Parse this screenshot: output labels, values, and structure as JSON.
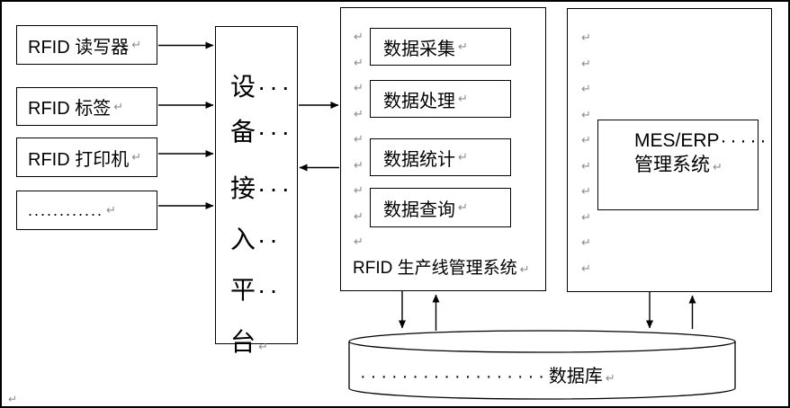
{
  "diagram": {
    "return_mark": "↵",
    "devices": [
      {
        "label": "RFID 读写器"
      },
      {
        "label": "RFID 标签"
      },
      {
        "label": "RFID 打印机"
      },
      {
        "label": "............"
      }
    ],
    "platform": {
      "lines": [
        {
          "char": "设",
          "dots": "···"
        },
        {
          "char": "备",
          "dots": "···"
        },
        {
          "char": "接",
          "dots": "···"
        },
        {
          "char": "入",
          "dots": "··"
        },
        {
          "char": "平",
          "dots": "··"
        },
        {
          "char": "台",
          "dots": ""
        }
      ]
    },
    "rfid_system": {
      "modules": [
        {
          "label": "数据采集"
        },
        {
          "label": "数据处理"
        },
        {
          "label": "数据统计"
        },
        {
          "label": "数据查询"
        }
      ],
      "label": "RFID 生产线管理系统"
    },
    "mes": {
      "line1": "MES/ERP",
      "line1_dots": "·····",
      "line2": "管理系统"
    },
    "database": {
      "dots": "··················",
      "label": "数据库"
    }
  },
  "colors": {
    "line": "#000000",
    "text": "#000000",
    "mark": "#8c8c8c",
    "background": "#ffffff"
  }
}
